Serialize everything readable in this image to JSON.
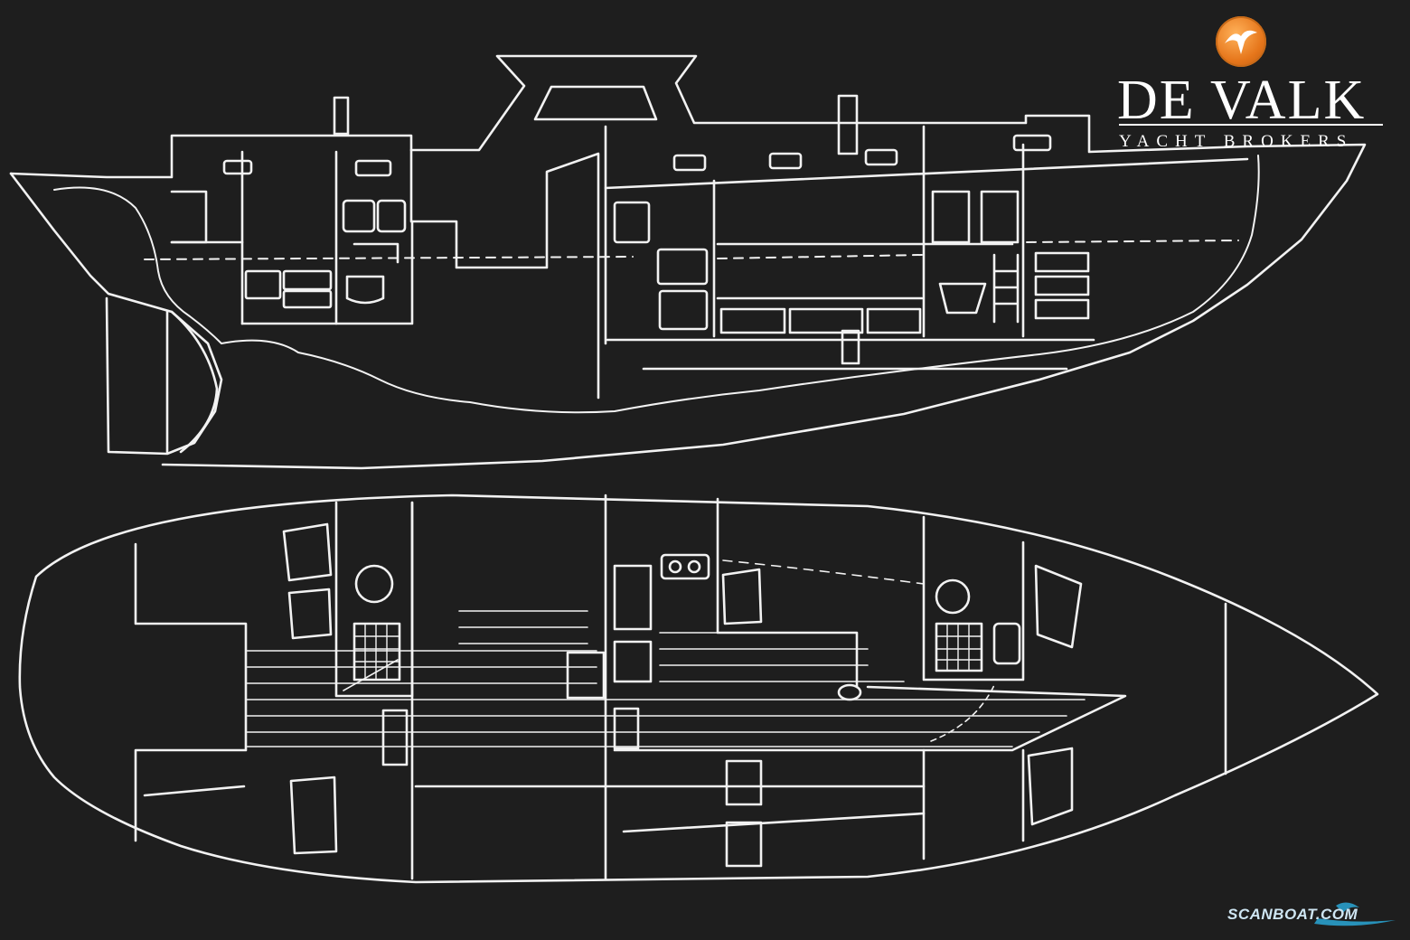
{
  "brand": {
    "name": "DE VALK",
    "tagline": "YACHT BROKERS",
    "accent_color": "#e6761b"
  },
  "watermark": {
    "text": "SCANBOAT.COM",
    "color": "#2aa7d6"
  },
  "drawing": {
    "line_color": "#f2f2f2",
    "background_color": "#1e1e1e"
  }
}
